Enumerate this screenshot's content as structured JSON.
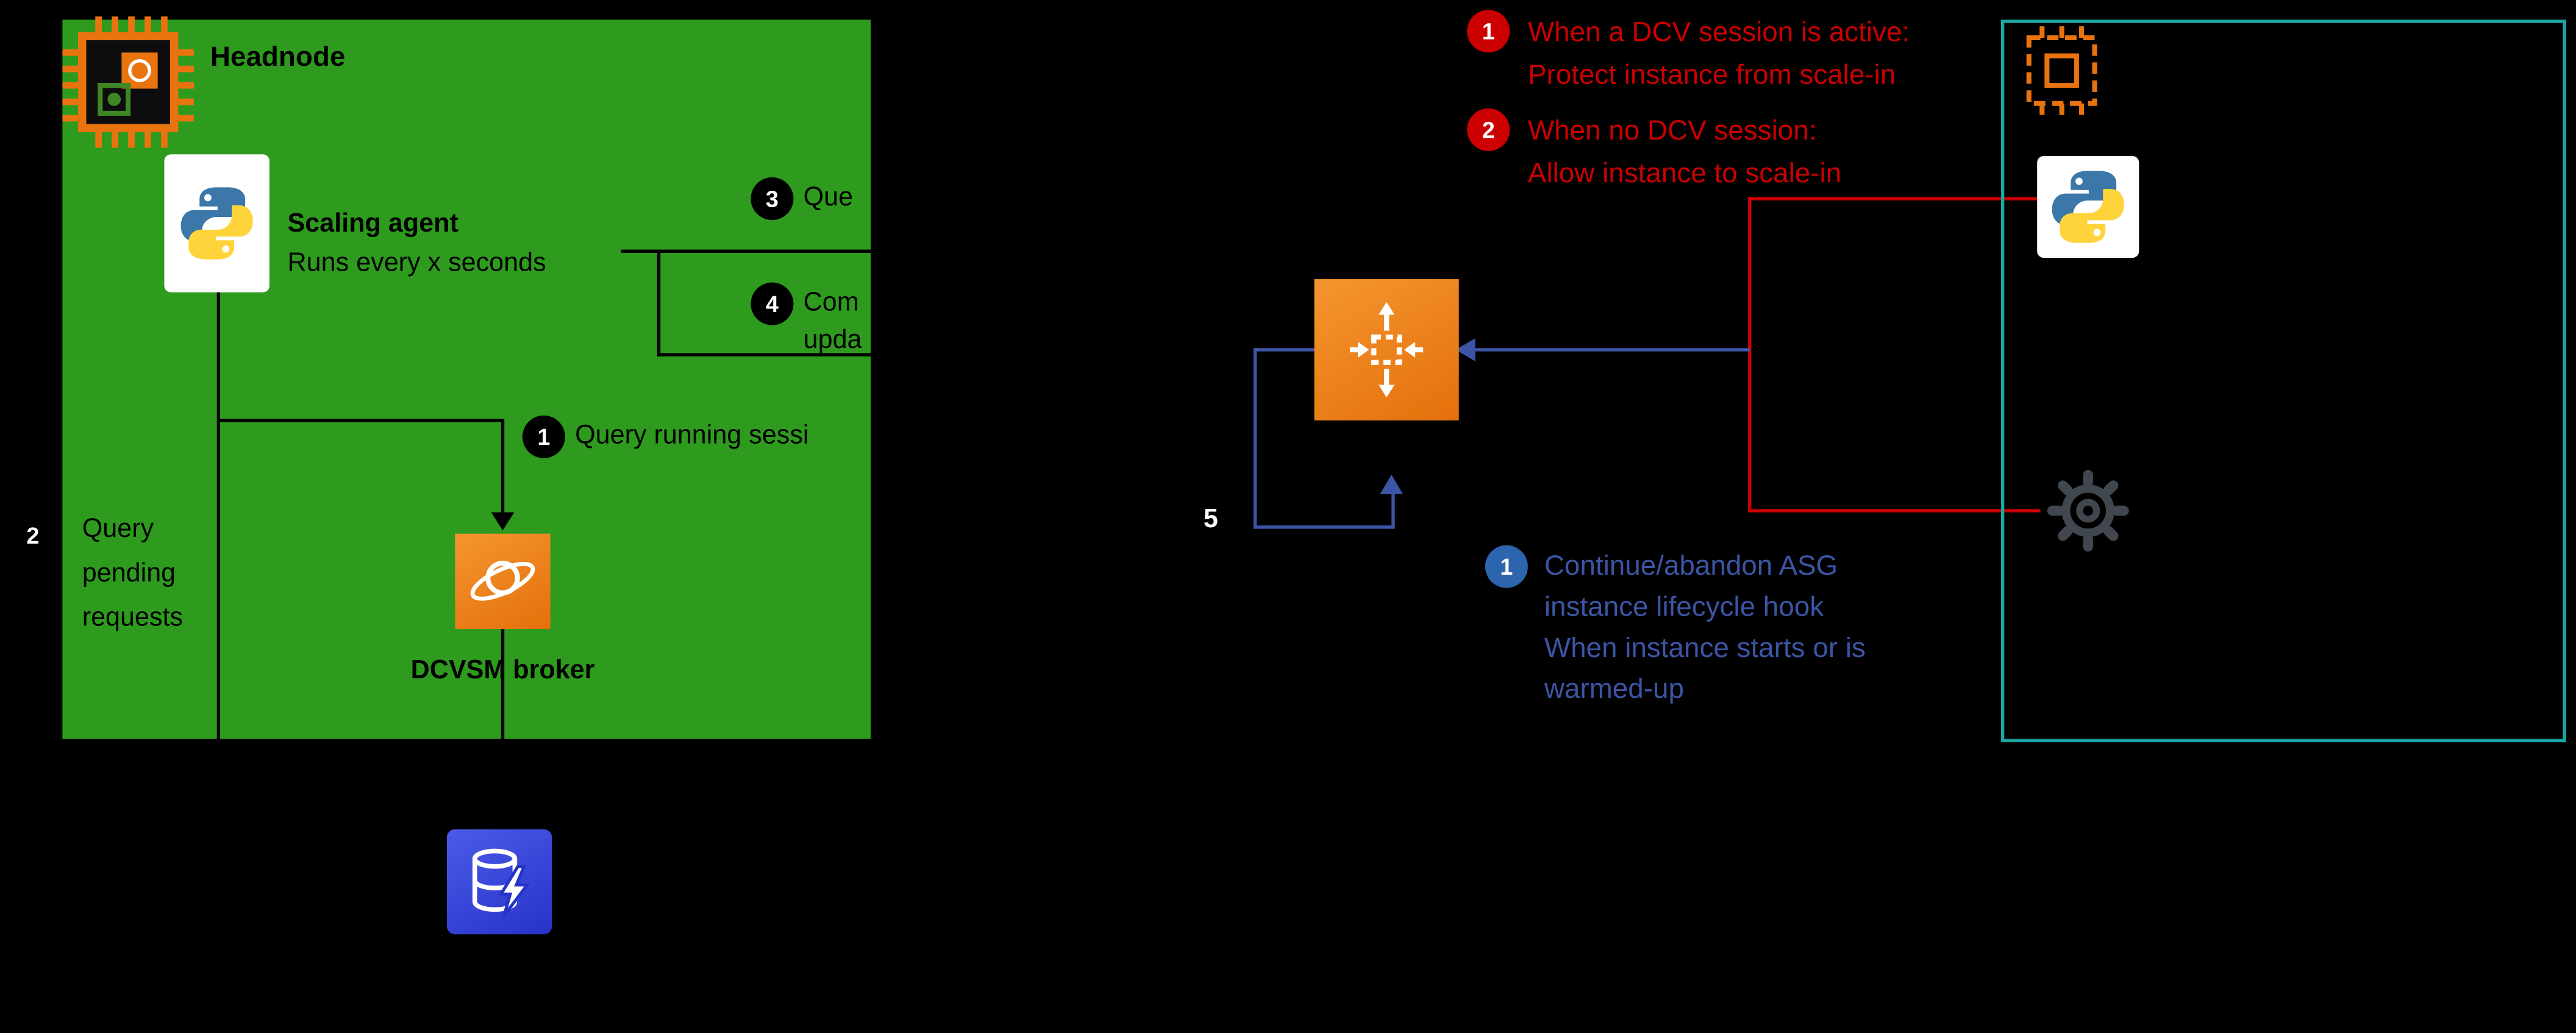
{
  "colors": {
    "background": "#000000",
    "headnode_box_green": "#2E9B1E",
    "accent_orange": "#E8730F",
    "annotation_red": "#CC0000",
    "annotation_blue": "#3C55A5",
    "instance_box_teal": "#1BA8A4"
  },
  "headnode": {
    "title": "Headnode",
    "scaling_agent_title": "Scaling agent",
    "scaling_agent_subtitle": "Runs every x seconds",
    "broker_label": "DCVSM broker",
    "step1": {
      "num": "1",
      "label": "Query running sessi"
    },
    "step2": {
      "num": "2",
      "lines": [
        "Query",
        "pending",
        "requests"
      ]
    },
    "step3": {
      "num": "3",
      "label": "Que"
    },
    "step4": {
      "num": "4",
      "lines": [
        "Com",
        "upda"
      ]
    }
  },
  "annotations": {
    "red1": {
      "num": "1",
      "lines": [
        "When a DCV session is active:",
        "Protect instance from scale-in"
      ]
    },
    "red2": {
      "num": "2",
      "lines": [
        "When no DCV session:",
        "Allow instance to scale-in"
      ]
    },
    "blue1": {
      "num": "1",
      "lines": [
        "Continue/abandon ASG",
        "instance lifecycle hook",
        "When instance starts or is",
        "warmed-up"
      ]
    },
    "loop_label": "5"
  },
  "icons": {
    "headnode_chip": "chip-icon",
    "scaling_agent": "python-icon",
    "dcvsm_broker": "orbit-icon",
    "database": "database-lightning-icon",
    "autoscaling": "autoscaling-icon",
    "instance_chip": "chip-dashed-icon",
    "instance_python": "python-icon",
    "instance_gear": "gear-icon"
  }
}
